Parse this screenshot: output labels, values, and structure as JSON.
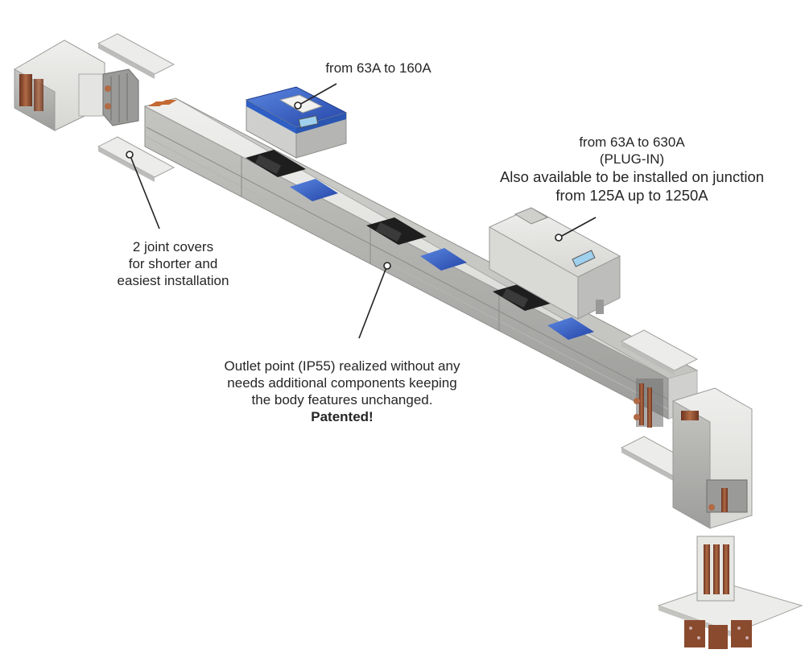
{
  "callouts": {
    "top_unit": {
      "lines": [
        "from 63A to 160A"
      ]
    },
    "plugin_unit": {
      "lines": [
        "from 63A to 630A",
        "(PLUG-IN)",
        "Also available to be installed on junction",
        "from 125A up to 1250A"
      ]
    },
    "joint_covers": {
      "lines": [
        "2 joint covers",
        "for shorter and",
        "easiest installation"
      ]
    },
    "outlet_point": {
      "lines": [
        "Outlet point (IP55) realized without any",
        "needs additional components keeping",
        "the body features unchanged."
      ],
      "emphasis": "Patented!"
    }
  },
  "colors": {
    "housing": "#d9d9d6",
    "housing_dark": "#a9aaa7",
    "copper": "#8a4a2e",
    "blue_cover": "#2f5fc4",
    "black_clamp": "#1e1e1e"
  }
}
